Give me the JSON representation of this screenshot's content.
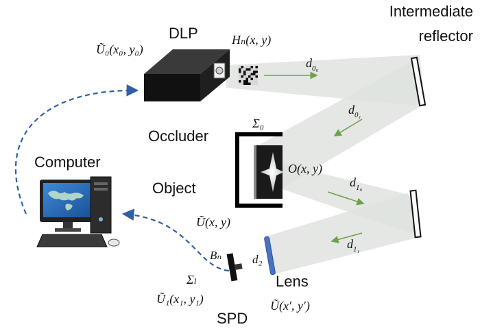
{
  "labels": {
    "dlp": "DLP",
    "intermediate": "Intermediate",
    "reflector": "reflector",
    "occluder": "Occluder",
    "object": "Object",
    "computer": "Computer",
    "lens": "Lens",
    "spd": "SPD"
  },
  "math": {
    "u0_field": "Ũ₀(x₀, y₀)",
    "hn_pattern": "Hₙ(x, y)",
    "d00": "d",
    "d00_sub": "0₀",
    "d01": "d",
    "d01_sub": "0₁",
    "sigma0": "Σ₀",
    "object_field": "O(x, y)",
    "d10": "d",
    "d10_sub": "1₀",
    "d11": "d",
    "d11_sub": "1₁",
    "u_field": "Ũ(x, y)",
    "bn": "Bₙ",
    "d2": "d₂",
    "sigma_l": "Σₗ",
    "u1_field": "Ũ₁(x₁, y₁)",
    "u_prime_field": "Ũ(x′, y′)"
  },
  "colors": {
    "beam": "#dfe3df",
    "arrow_green": "#6fa04a",
    "link_blue": "#2f5fa8",
    "lens_blue": "#4a72c4",
    "screen_blue": "#2d6fc0"
  }
}
